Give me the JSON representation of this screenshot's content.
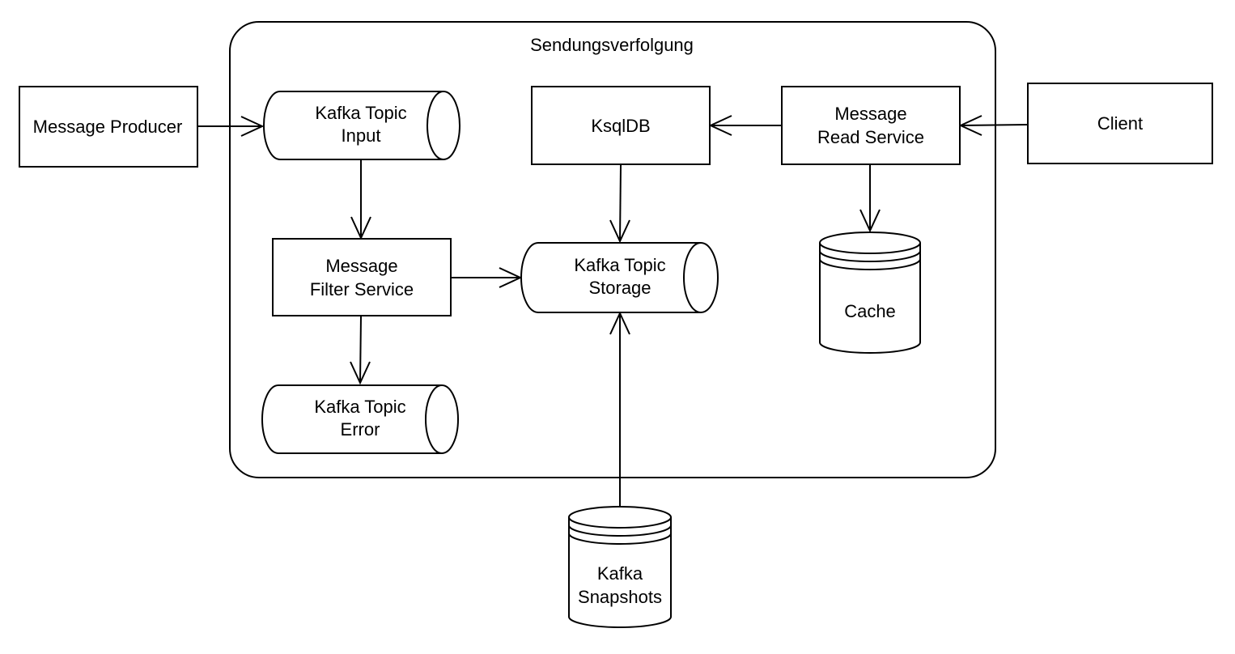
{
  "diagram": {
    "container": {
      "label": "Sendungsverfolgung"
    },
    "nodes": {
      "message_producer": {
        "lines": [
          "Message Producer"
        ]
      },
      "client": {
        "lines": [
          "Client"
        ]
      },
      "topic_input": {
        "lines": [
          "Kafka Topic",
          "Input"
        ]
      },
      "ksqldb": {
        "lines": [
          "KsqlDB"
        ]
      },
      "read_service": {
        "lines": [
          "Message",
          "Read Service"
        ]
      },
      "filter_service": {
        "lines": [
          "Message",
          "Filter Service"
        ]
      },
      "topic_storage": {
        "lines": [
          "Kafka Topic",
          "Storage"
        ]
      },
      "cache": {
        "lines": [
          "Cache"
        ]
      },
      "topic_error": {
        "lines": [
          "Kafka Topic",
          "Error"
        ]
      },
      "snapshots": {
        "lines": [
          "Kafka",
          "Snapshots"
        ]
      }
    },
    "edges": [
      {
        "from": "message_producer",
        "to": "topic_input"
      },
      {
        "from": "client",
        "to": "read_service"
      },
      {
        "from": "read_service",
        "to": "ksqldb"
      },
      {
        "from": "topic_input",
        "to": "filter_service"
      },
      {
        "from": "ksqldb",
        "to": "topic_storage"
      },
      {
        "from": "read_service",
        "to": "cache"
      },
      {
        "from": "filter_service",
        "to": "topic_storage"
      },
      {
        "from": "filter_service",
        "to": "topic_error"
      },
      {
        "from": "snapshots",
        "to": "topic_storage"
      }
    ]
  }
}
